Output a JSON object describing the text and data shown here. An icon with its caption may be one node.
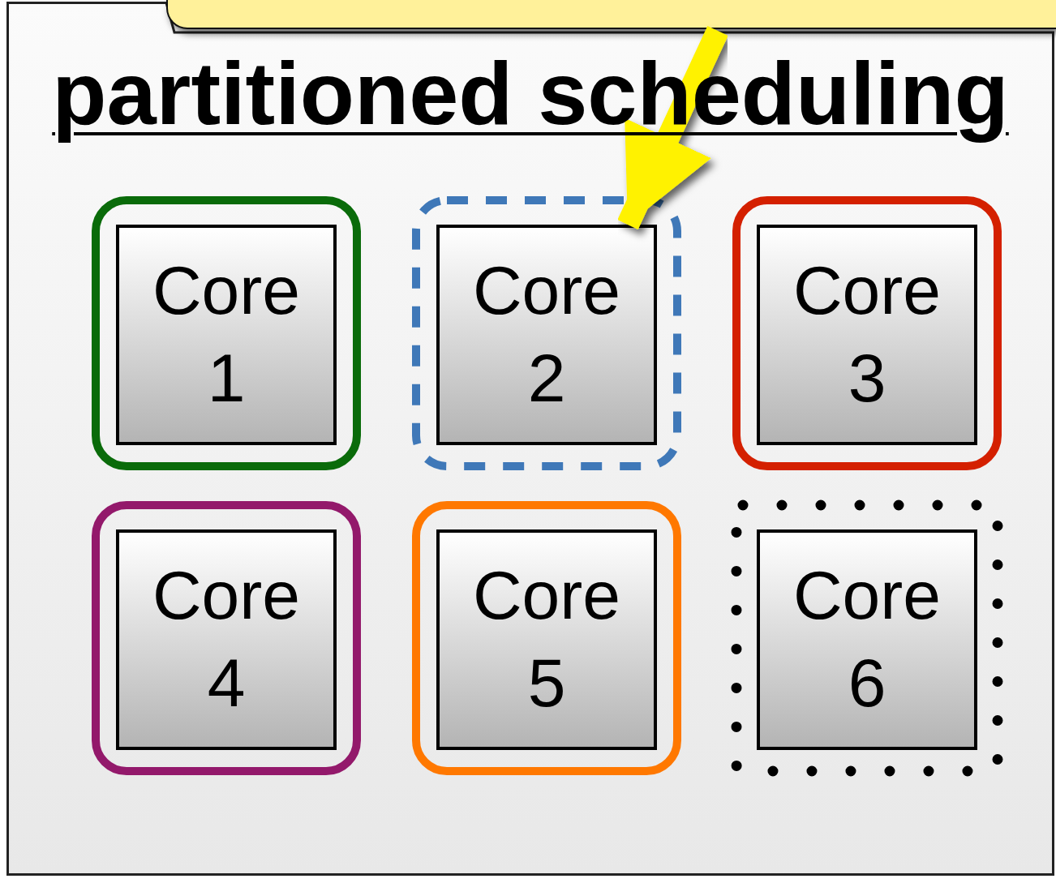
{
  "diagram": {
    "nodes": [
      {
        "text": [
          "partitioned scheduling"
        ]
      },
      {
        "text": [],
        "shape": "box"
      },
      {
        "text": [],
        "shape": "box",
        "in": 0
      },
      {
        "text": [
          "Core 1"
        ],
        "in": 2
      },
      {
        "text": [],
        "shape": "box",
        "in": 0
      },
      {
        "text": [
          "Core 2"
        ],
        "in": 4
      },
      {
        "text": [],
        "shape": "box",
        "in": 0
      },
      {
        "text": [
          "Core 3"
        ],
        "in": 6
      },
      {
        "text": [],
        "shape": "box",
        "in": 0
      },
      {
        "text": [
          "Core 4"
        ],
        "in": 8
      },
      {
        "text": [],
        "shape": "box",
        "in": 0
      },
      {
        "text": [
          "Core 5"
        ],
        "in": 10
      },
      {
        "text": [],
        "shape": "box",
        "in": 0
      },
      {
        "text": [
          "Core 6"
        ],
        "in": 12
      }
    ],
    "edges": [
      {
        "from": 1,
        "to": 5,
        "arrow": "to",
        "color": "#fff200"
      }
    ]
  }
}
